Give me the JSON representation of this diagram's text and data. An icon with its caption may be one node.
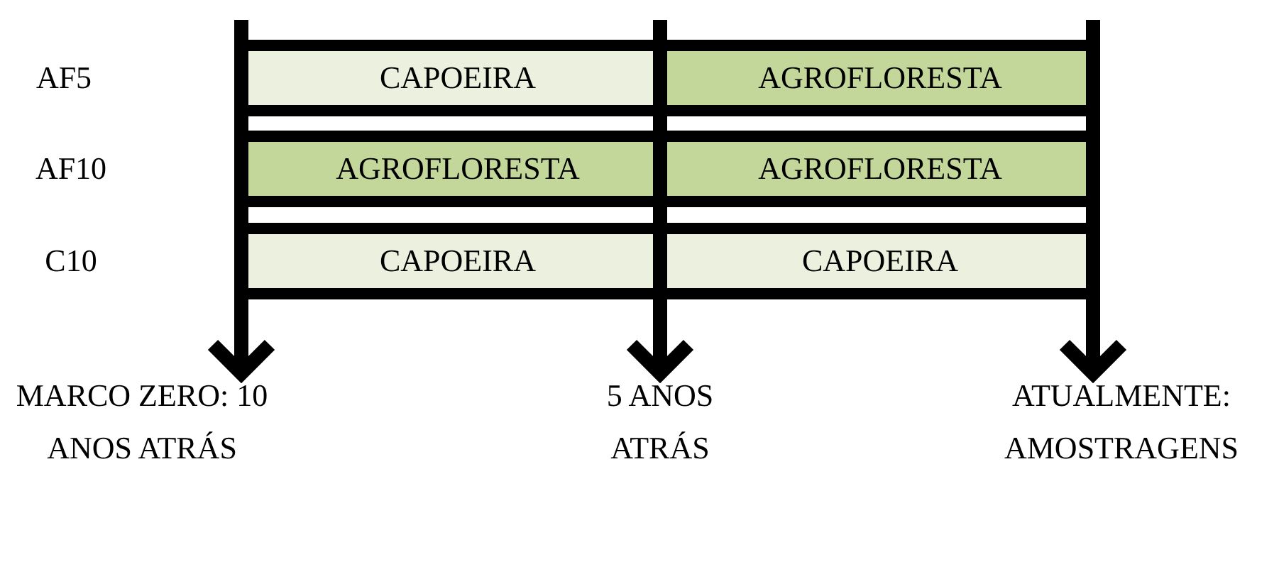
{
  "diagram": {
    "nodes": [
      {
        "text": [
          "CAPOEIRA"
        ]
      },
      {
        "text": [
          "AGROFLORESTA"
        ]
      },
      {
        "text": [
          "AGROFLORESTA"
        ]
      },
      {
        "text": [
          "AGROFLORESTA"
        ]
      },
      {
        "text": [
          "CAPOEIRA"
        ]
      },
      {
        "text": [
          "CAPOEIRA"
        ]
      }
    ],
    "labels": [
      "AF5",
      "AF10",
      "C10",
      "MARCO ZERO: 10 ANOS ATRÁS",
      "5 ANOS ATRÁS",
      "ATUALMENTE: AMOSTRAGENS"
    ]
  }
}
